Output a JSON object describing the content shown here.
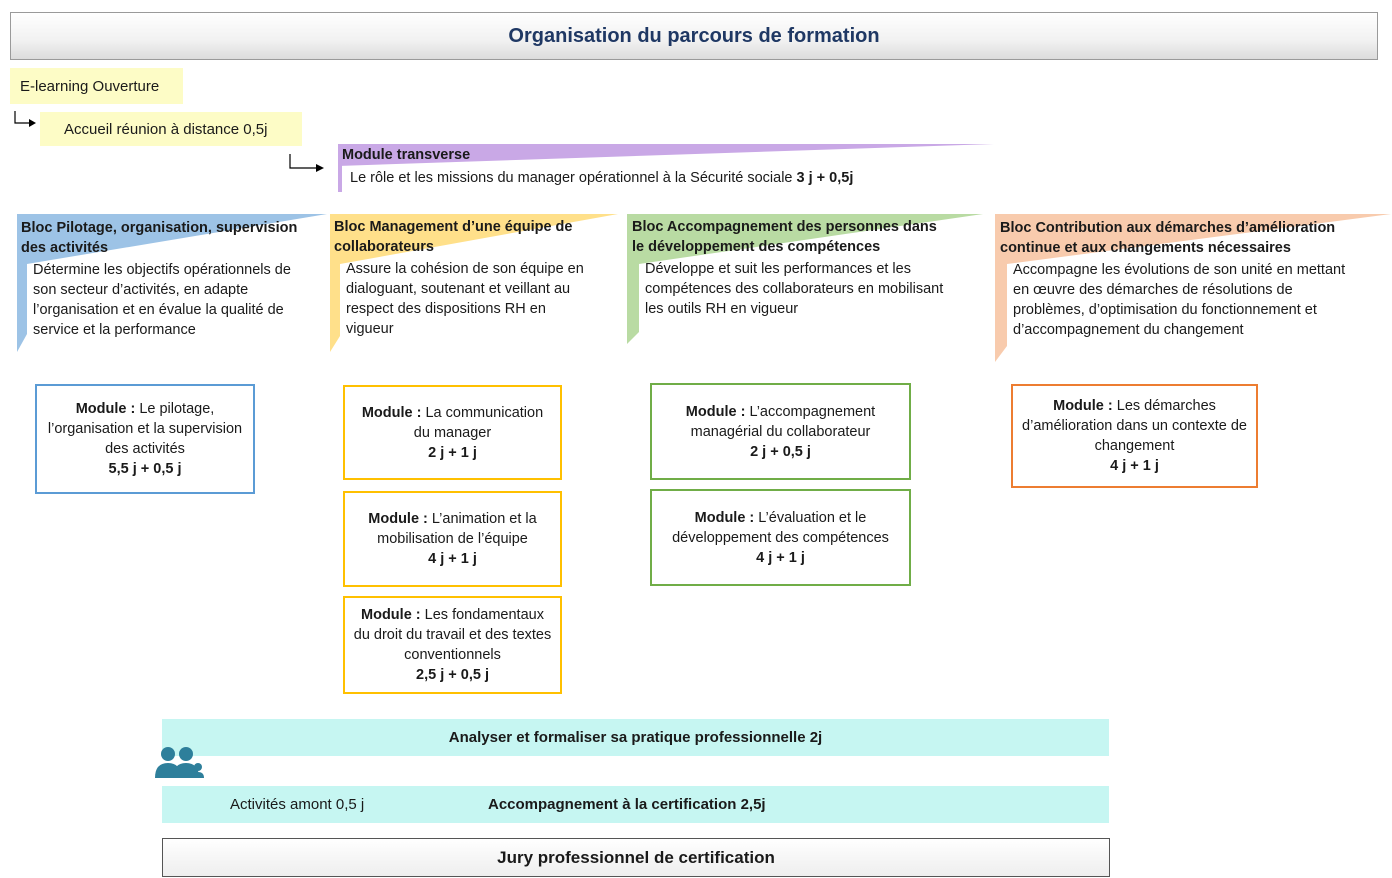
{
  "title": "Organisation du parcours de formation",
  "elearning": "E-learning Ouverture",
  "accueil": "Accueil réunion à distance 0,5j",
  "module_transverse": {
    "title": "Module transverse",
    "desc": "Le rôle et les missions du manager opérationnel à la Sécurité sociale",
    "duration": "3 j + 0,5j"
  },
  "blocs": [
    {
      "title": "Bloc Pilotage, organisation, supervision des activités",
      "desc": "Détermine les objectifs opérationnels de son secteur d’activités, en adapte l’organisation et en évalue la qualité de service et la performance",
      "color": "#9dc3e6",
      "border": "#5b9bd5"
    },
    {
      "title": "Bloc Management d’une équipe de collaborateurs",
      "desc": "Assure la cohésion de son équipe en dialoguant, soutenant et veillant au respect des dispositions RH en vigueur",
      "color": "#ffe08a",
      "border": "#ffc000"
    },
    {
      "title": "Bloc Accompagnement des personnes dans le développement des compétences",
      "desc": "Développe et suit les performances et les compétences des collaborateurs en mobilisant les outils RH en vigueur",
      "color": "#b9dba3",
      "border": "#70ad47"
    },
    {
      "title": "Bloc Contribution aux démarches d’amélioration continue et aux changements nécessaires",
      "desc": "Accompagne les évolutions de son unité en mettant en œuvre des démarches de résolutions de problèmes, d’optimisation du fonctionnement et d’accompagnement du changement",
      "color": "#f8cbad",
      "border": "#ed7d31"
    }
  ],
  "module_label": "Module :",
  "modules": {
    "pilotage": {
      "text": "Le pilotage, l’organisation et la supervision des activités",
      "duration": "5,5 j + 0,5 j"
    },
    "communication": {
      "text": "La communication du manager",
      "duration": "2 j + 1 j"
    },
    "animation": {
      "text": "L’animation et la mobilisation de l’équipe",
      "duration": "4 j + 1 j"
    },
    "fondamentaux": {
      "text": "Les fondamentaux du droit du travail et des textes conventionnels",
      "duration": "2,5 j + 0,5 j"
    },
    "accompagnement": {
      "text": "L’accompagnement managérial du collaborateur",
      "duration": "2 j + 0,5 j"
    },
    "evaluation": {
      "text": "L’évaluation et le développement des compétences",
      "duration": "4 j + 1 j"
    },
    "demarches": {
      "text": "Les démarches d’amélioration dans un contexte de changement",
      "duration": "4 j + 1 j"
    }
  },
  "analyser": "Analyser et formaliser sa pratique professionnelle 2j",
  "activites_amont": "Activités amont 0,5 j",
  "certification": "Accompagnement à la certification 2,5j",
  "jury": "Jury professionnel de certification",
  "icons": {
    "elbow_arrow": "elbow-arrow-icon",
    "group": "group-people-icon"
  }
}
